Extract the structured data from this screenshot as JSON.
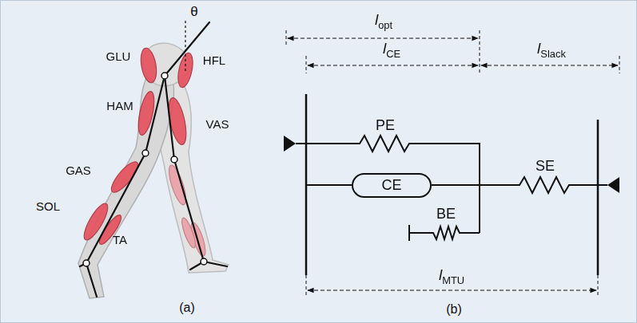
{
  "diagram": {
    "nodes": [
      {
        "text": [
          "CE"
        ]
      }
    ],
    "labels": [
      "θ",
      "GLU",
      "HFL",
      "HAM",
      "VAS",
      "GAS",
      "SOL",
      "TA",
      "(a)",
      "lopt",
      "lCE",
      "lSlack",
      "PE",
      "SE",
      "BE",
      "lMTU",
      "(b)"
    ]
  }
}
